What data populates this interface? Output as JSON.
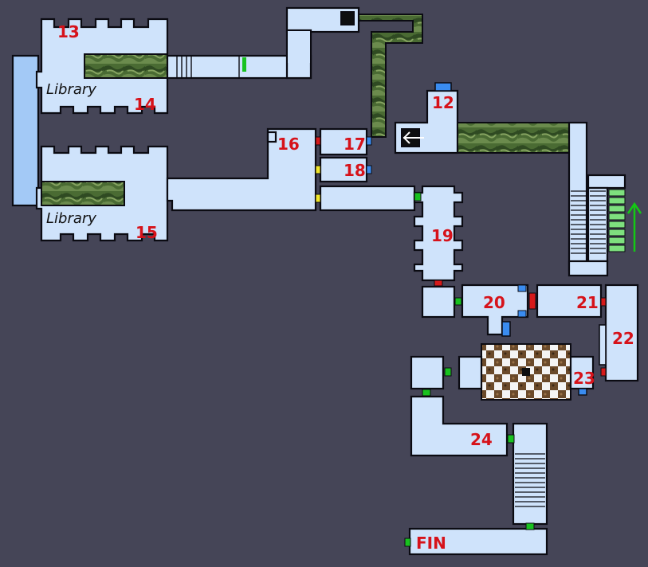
{
  "rooms": {
    "r12": "12",
    "r13": "13",
    "r14": "14",
    "r15": "15",
    "r16": "16",
    "r17": "17",
    "r18": "18",
    "r19": "19",
    "r20": "20",
    "r21": "21",
    "r22": "22",
    "r23": "23",
    "r24": "24",
    "fin": "FIN"
  },
  "library_labels": [
    "Library",
    "Library"
  ],
  "icons": {
    "arrow": "left-arrow-icon",
    "stair_arrow": "up-arrow-icon"
  },
  "colors": {
    "background": "#454557",
    "room": "#cfe3fb",
    "room_label": "#d6121a",
    "door_red": "#d61a1a",
    "door_green": "#18c21f",
    "door_yellow": "#f2e72a",
    "door_blue": "#3a8cf0",
    "hedge": "#3c5a2a",
    "green_arrow": "#14c814"
  }
}
